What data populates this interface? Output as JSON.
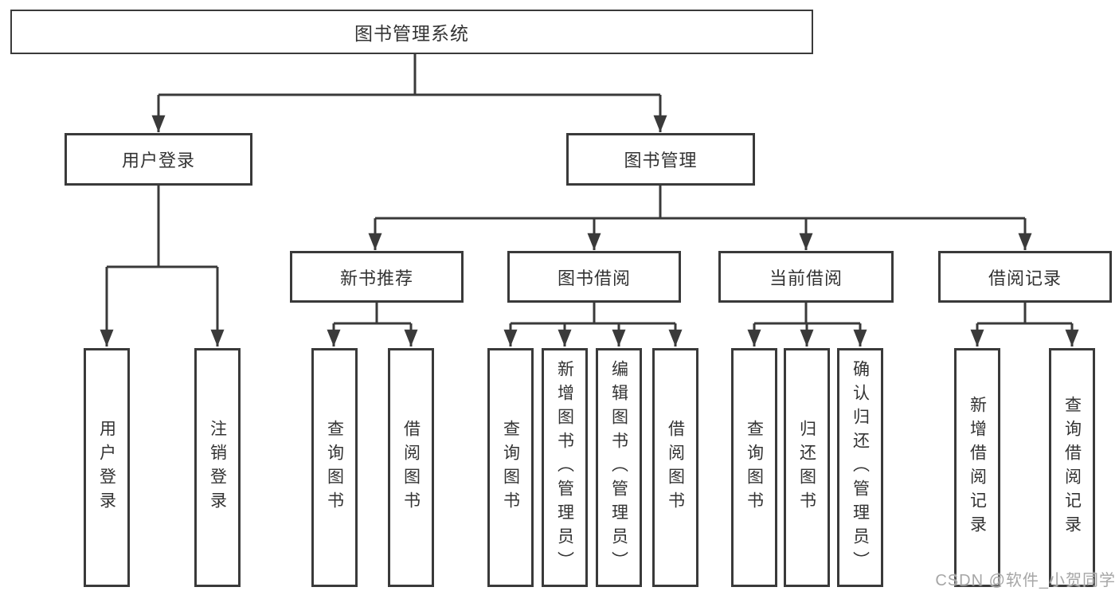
{
  "tree": {
    "root": "图书管理系统",
    "branches": [
      {
        "label": "用户登录",
        "leaves": [
          "用户登录",
          "注销登录"
        ]
      },
      {
        "label": "图书管理",
        "groups": [
          {
            "label": "新书推荐",
            "leaves": [
              "查询图书",
              "借阅图书"
            ]
          },
          {
            "label": "图书借阅",
            "leaves": [
              "查询图书",
              "新增图书（管理员）",
              "编辑图书（管理员）",
              "借阅图书"
            ]
          },
          {
            "label": "当前借阅",
            "leaves": [
              "查询图书",
              "归还图书",
              "确认归还（管理员）"
            ]
          },
          {
            "label": "借阅记录",
            "leaves": [
              "新增借阅记录",
              "查询借阅记录"
            ]
          }
        ]
      }
    ]
  },
  "watermark": "CSDN @软件_小贺同学",
  "colors": {
    "line": "#3a3a3a",
    "text": "#333333",
    "watermark": "#a6a6a6",
    "background": "#ffffff"
  }
}
